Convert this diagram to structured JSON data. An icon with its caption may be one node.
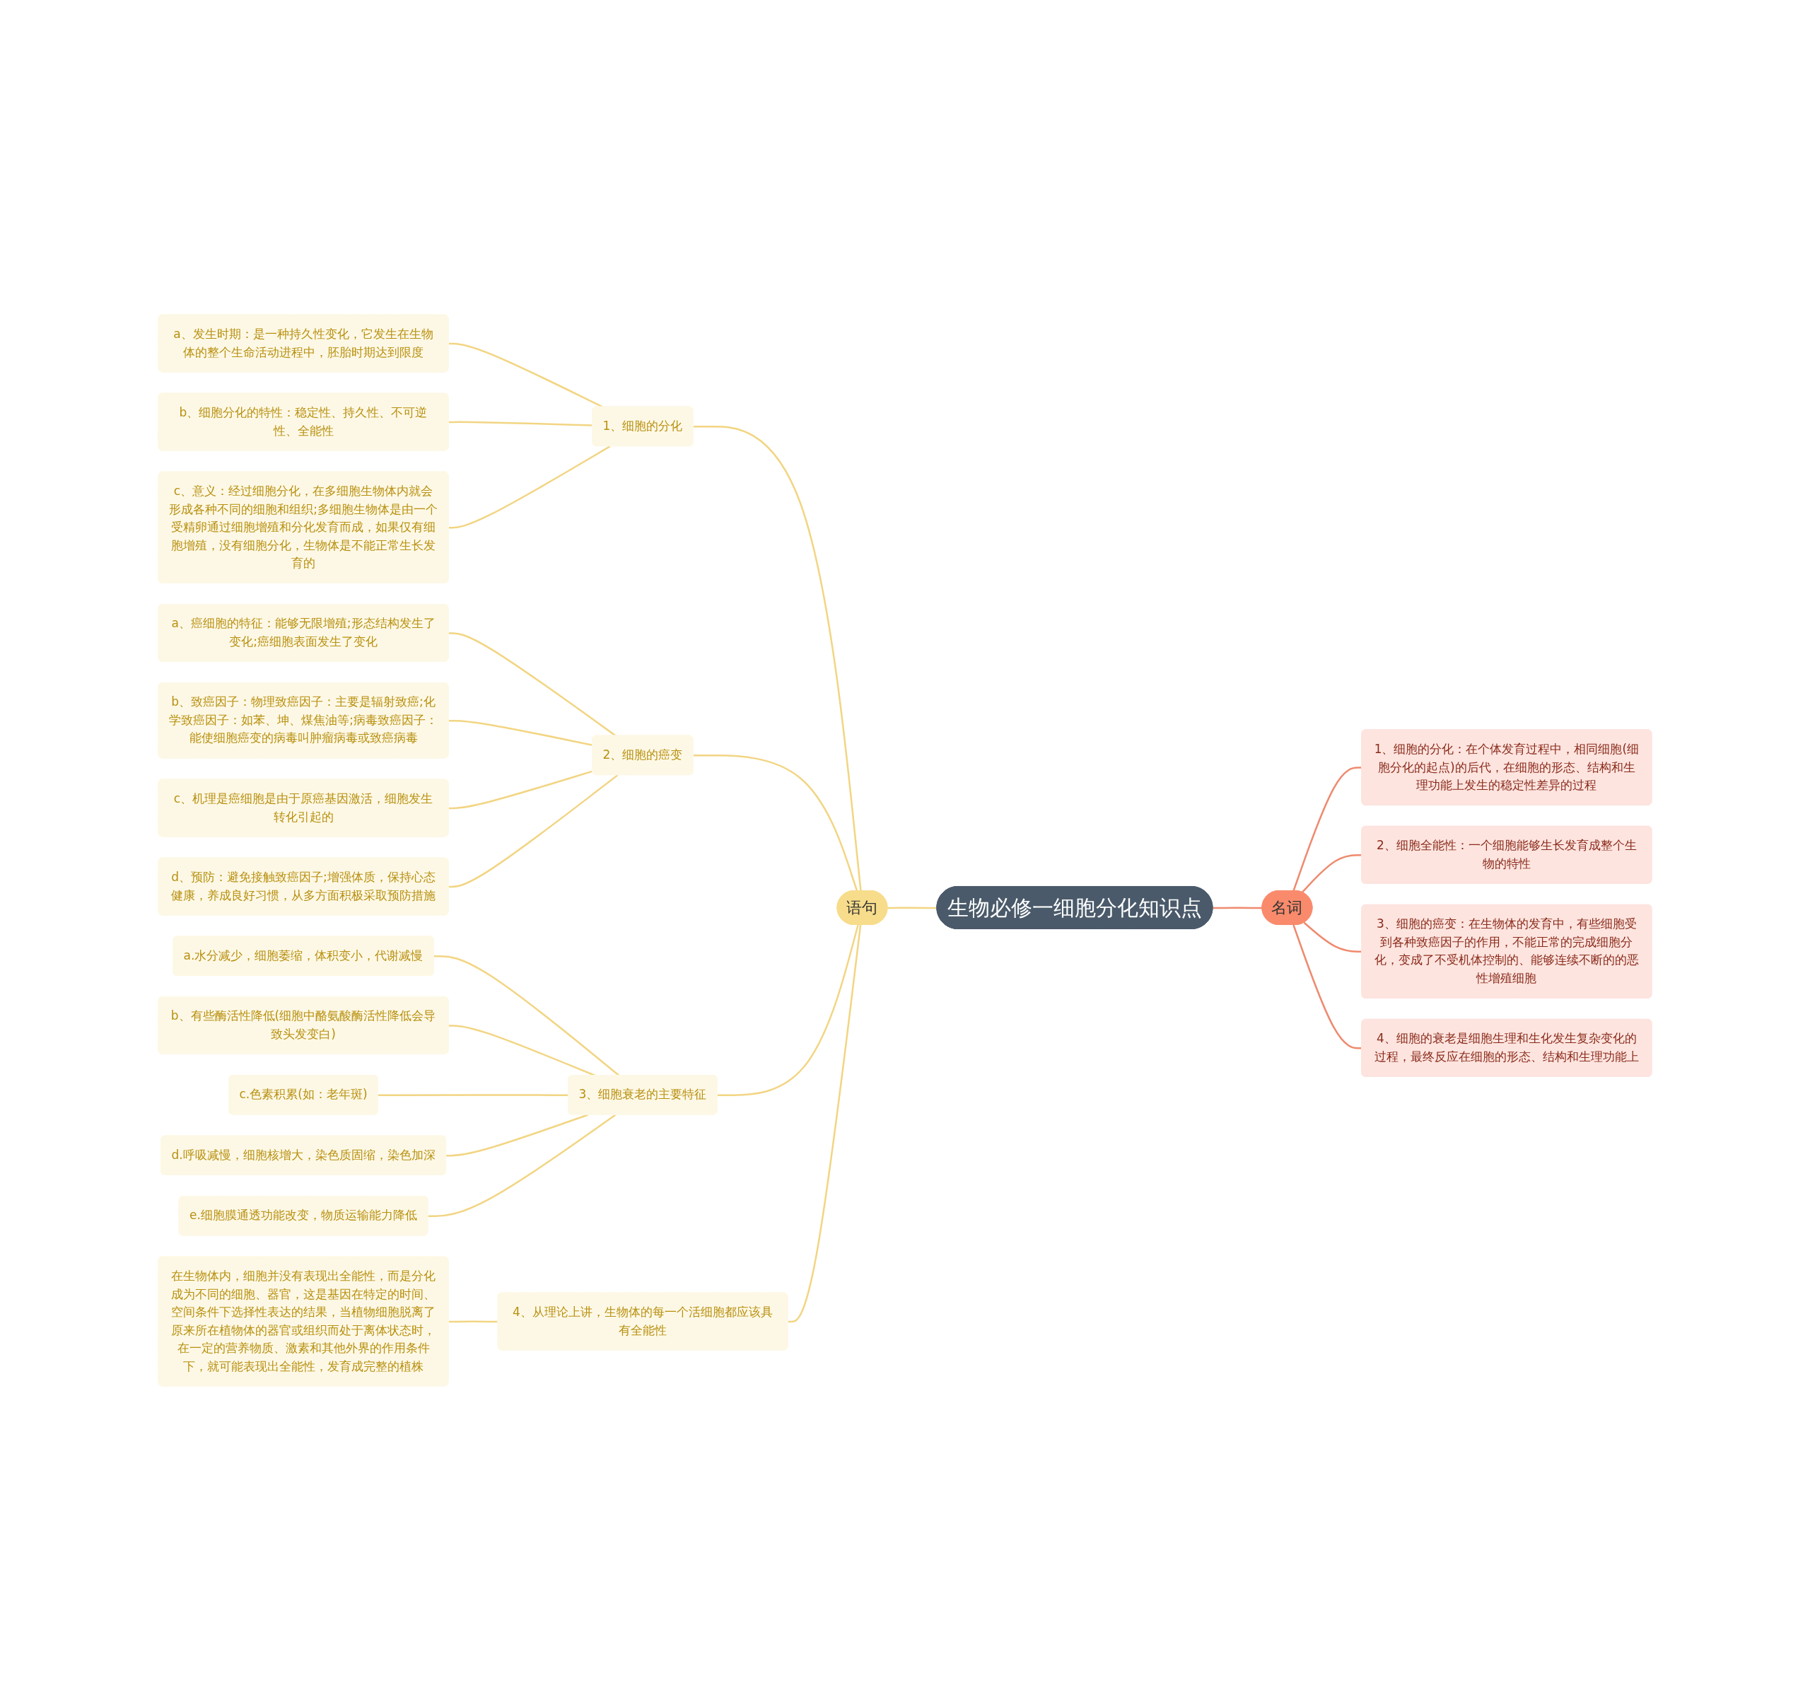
{
  "diagram": {
    "nodes": [
      {
        "text": [
          "生物必修一细胞分化知识点"
        ]
      },
      {
        "text": [
          "语句"
        ]
      },
      {
        "text": [
          "1、细胞的分化"
        ]
      },
      {
        "text": [
          "a、发生时期：是一种持久性变化，它发生在生物体的整个生命活动进程中，胚胎时期达到限度"
        ]
      },
      {
        "text": [
          "b、细胞分化的特性：稳定性、持久性、不可逆性、全能性"
        ]
      },
      {
        "text": [
          "c、意义：经过细胞分化，在多细胞生物体内就会形成各种不同的细胞和组织;多细胞生物体是由一个受精卵通过细胞增殖和分化发育而成，如果仅有细胞增殖，没有细胞分化，生物体是不能正常生长发育的"
        ]
      },
      {
        "text": [
          "2、细胞的癌变"
        ]
      },
      {
        "text": [
          "a、癌细胞的特征：能够无限增殖;形态结构发生了变化;癌细胞表面发生了变化"
        ]
      },
      {
        "text": [
          "b、致癌因子：物理致癌因子：主要是辐射致癌;化学致癌因子：如苯、坤、煤焦油等;病毒致癌因子：能使细胞癌变的病毒叫肿瘤病毒或致癌病毒"
        ]
      },
      {
        "text": [
          "c、机理是癌细胞是由于原癌基因激活，细胞发生转化引起的"
        ]
      },
      {
        "text": [
          "d、预防：避免接触致癌因子;增强体质，保持心态健康，养成良好习惯，从多方面积极采取预防措施"
        ]
      },
      {
        "text": [
          "3、细胞衰老的主要特征"
        ]
      },
      {
        "text": [
          "a.水分减少，细胞萎缩，体积变小，代谢减慢"
        ]
      },
      {
        "text": [
          "b、有些酶活性降低(细胞中酪氨酸酶活性降低会导致头发变白)"
        ]
      },
      {
        "text": [
          "c.色素积累(如：老年斑)"
        ]
      },
      {
        "text": [
          "d.呼吸减慢，细胞核增大，染色质固缩，染色加深"
        ]
      },
      {
        "text": [
          "e.细胞膜通透功能改变，物质运输能力降低"
        ]
      },
      {
        "text": [
          "4、从理论上讲，生物体的每一个活细胞都应该具有全能性"
        ]
      },
      {
        "text": [
          "在生物体内，细胞并没有表现出全能性，而是分化成为不同的细胞、器官，这是基因在特定的时间、空间条件下选择性表达的结果，当植物细胞脱离了原来所在植物体的器官或组织而处于离体状态时，在一定的营养物质、激素和其他外界的作用条件下，就可能表现出全能性，发育成完整的植株"
        ]
      },
      {
        "text": [
          "名词"
        ]
      },
      {
        "text": [
          "1、细胞的分化：在个体发育过程中，相同细胞(细胞分化的起点)的后代，在细胞的形态、结构和生理功能上发生的稳定性差异的过程"
        ]
      },
      {
        "text": [
          "2、细胞全能性：一个细胞能够生长发育成整个生物的特性"
        ]
      },
      {
        "text": [
          "3、细胞的癌变：在生物体的发育中，有些细胞受到各种致癌因子的作用，不能正常的完成细胞分化，变成了不受机体控制的、能够连续不断的的恶性增殖细胞"
        ]
      },
      {
        "text": [
          "4、细胞的衰老是细胞生理和生化发生复杂变化的过程，最终反应在细胞的形态、结构和生理功能上"
        ]
      }
    ],
    "edges": [
      {
        "from": 1,
        "to": 0,
        "arrow": "none"
      },
      {
        "from": 2,
        "to": 1,
        "arrow": "none"
      },
      {
        "from": 3,
        "to": 2,
        "arrow": "none"
      },
      {
        "from": 4,
        "to": 2,
        "arrow": "none"
      },
      {
        "from": 5,
        "to": 2,
        "arrow": "none"
      },
      {
        "from": 6,
        "to": 1,
        "arrow": "none"
      },
      {
        "from": 7,
        "to": 6,
        "arrow": "none"
      },
      {
        "from": 8,
        "to": 6,
        "arrow": "none"
      },
      {
        "from": 9,
        "to": 6,
        "arrow": "none"
      },
      {
        "from": 10,
        "to": 6,
        "arrow": "none"
      },
      {
        "from": 11,
        "to": 1,
        "arrow": "none"
      },
      {
        "from": 12,
        "to": 11,
        "arrow": "none"
      },
      {
        "from": 13,
        "to": 11,
        "arrow": "none"
      },
      {
        "from": 14,
        "to": 11,
        "arrow": "none"
      },
      {
        "from": 15,
        "to": 11,
        "arrow": "none"
      },
      {
        "from": 16,
        "to": 11,
        "arrow": "none"
      },
      {
        "from": 17,
        "to": 1,
        "arrow": "none"
      },
      {
        "from": 18,
        "to": 17,
        "arrow": "none"
      },
      {
        "from": 0,
        "to": 19,
        "arrow": "none",
        "color": "#ee8a6e"
      },
      {
        "from": 19,
        "to": 20,
        "arrow": "none",
        "color": "#ee8a6e"
      },
      {
        "from": 19,
        "to": 21,
        "arrow": "none",
        "color": "#ee8a6e"
      },
      {
        "from": 19,
        "to": 22,
        "arrow": "none",
        "color": "#ee8a6e"
      },
      {
        "from": 19,
        "to": 23,
        "arrow": "none",
        "color": "#ee8a6e"
      }
    ]
  }
}
